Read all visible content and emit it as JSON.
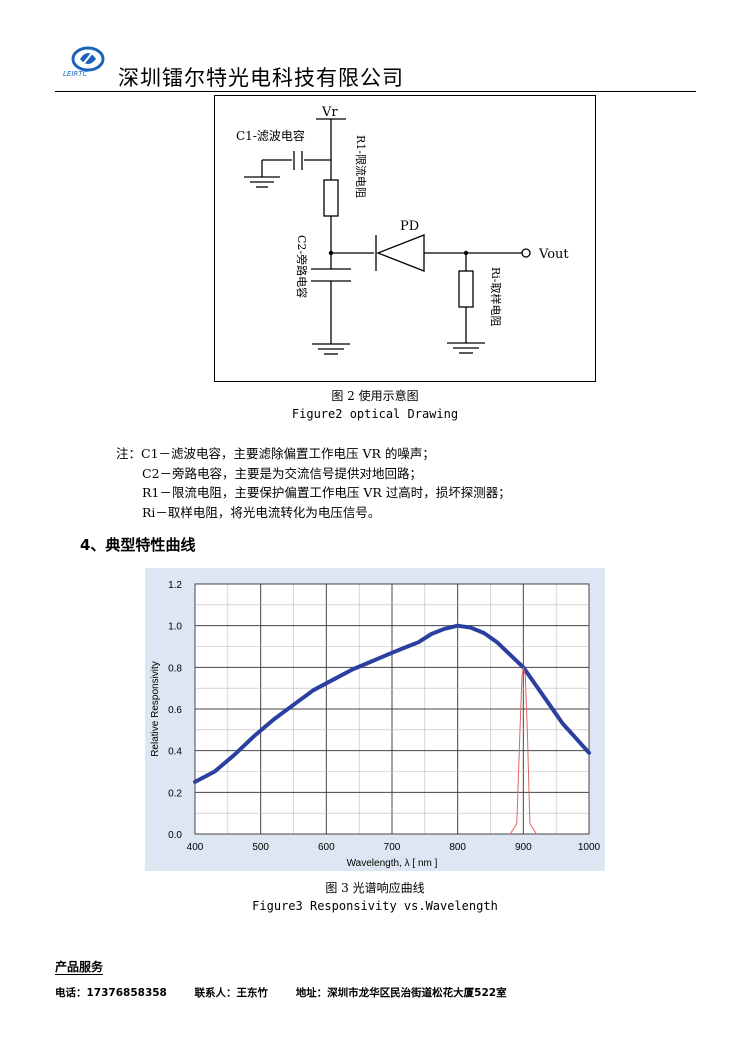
{
  "header": {
    "company": "深圳镭尔特光电科技有限公司",
    "logo_text": "LEIRTC"
  },
  "circuit": {
    "supply_label": "Vr",
    "c1_label": "C1-滤波电容",
    "r1_label": "R1-限流电阻",
    "pd_label": "PD",
    "c2_label": "C2-旁路电容",
    "vout_label": "Vout",
    "ri_label": "Ri-取样电阻"
  },
  "figure2": {
    "caption_cn": "图 2  使用示意图",
    "caption_en": "Figure2 optical Drawing"
  },
  "notes": {
    "prefix": "注：",
    "lines": [
      "C1－滤波电容，主要滤除偏置工作电压 VR 的噪声；",
      "C2－旁路电容，主要是为交流信号提供对地回路；",
      "R1－限流电阻，主要保护偏置工作电压 VR 过高时，损坏探测器；",
      "Ri－取样电阻，将光电流转化为电压信号。"
    ]
  },
  "section_title": "4、典型特性曲线",
  "chart_data": {
    "type": "line",
    "title": "",
    "xlabel": "Wavelength, λ [ nm ]",
    "ylabel": "Relative Responsivity",
    "xlim": [
      400,
      1000
    ],
    "ylim": [
      0,
      1.2
    ],
    "x_ticks": [
      400,
      500,
      600,
      700,
      800,
      900,
      1000
    ],
    "y_ticks": [
      0.0,
      0.2,
      0.4,
      0.6,
      0.8,
      1.0,
      1.2
    ],
    "y_tick_labels": [
      "0.0",
      "0.2",
      "0.4",
      "0.6",
      "0.8",
      "1.0",
      "1.2"
    ],
    "grid": true,
    "series": [
      {
        "color": "#2b3fa0",
        "x": [
          400,
          430,
          460,
          490,
          520,
          550,
          580,
          610,
          640,
          670,
          700,
          720,
          740,
          760,
          780,
          800,
          820,
          840,
          860,
          880,
          900,
          920,
          940,
          960,
          980,
          1000
        ],
        "y": [
          0.25,
          0.3,
          0.38,
          0.47,
          0.55,
          0.62,
          0.69,
          0.74,
          0.79,
          0.83,
          0.87,
          0.895,
          0.92,
          0.96,
          0.985,
          1.0,
          0.99,
          0.965,
          0.92,
          0.86,
          0.8,
          0.71,
          0.62,
          0.53,
          0.46,
          0.39
        ]
      },
      {
        "color": "#e06666",
        "x": [
          880,
          890,
          895,
          898,
          900,
          903,
          906,
          910,
          920
        ],
        "y": [
          0.0,
          0.05,
          0.5,
          0.76,
          0.8,
          0.76,
          0.5,
          0.05,
          0.0
        ]
      }
    ]
  },
  "figure3": {
    "caption_cn": "图 3  光谱响应曲线",
    "caption_en": "Figure3 Responsivity vs.Wavelength"
  },
  "footer": {
    "service_heading": "产品服务",
    "phone": "电话：17376858358",
    "contact": "联系人：王东竹",
    "address": "地址：深圳市龙华区民治街道松花大厦522室"
  }
}
